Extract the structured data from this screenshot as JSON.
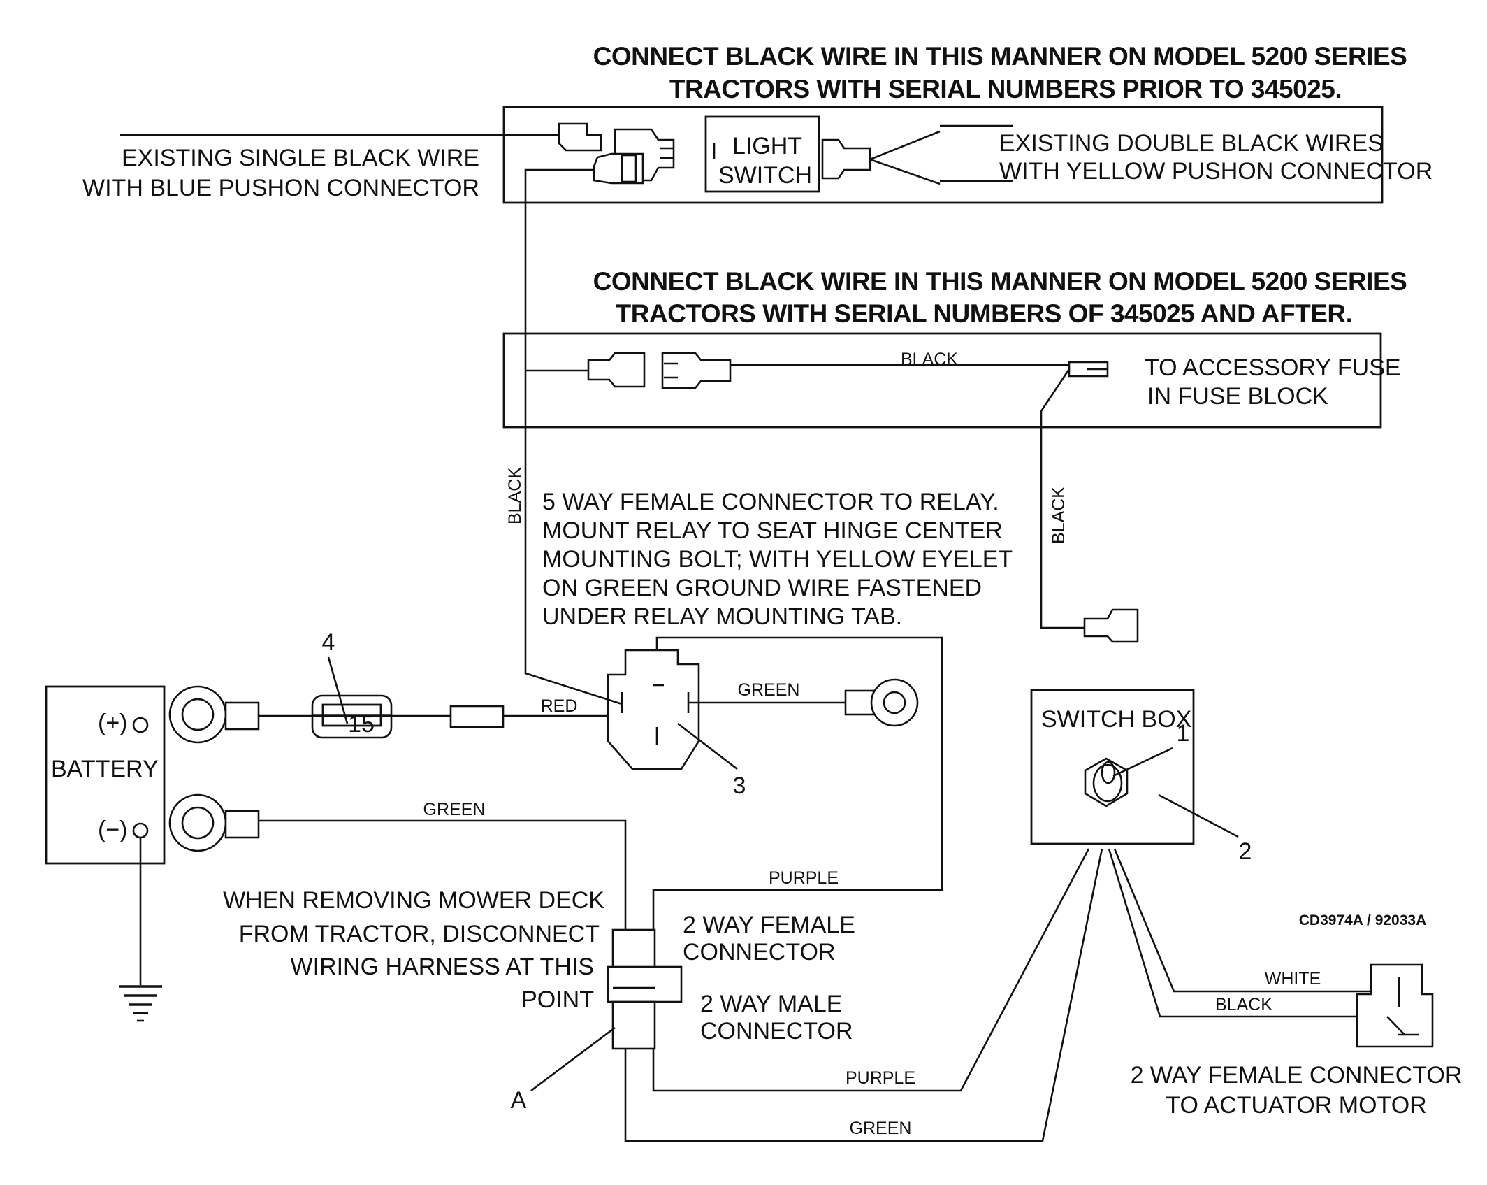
{
  "title_prior": [
    "CONNECT BLACK WIRE IN THIS MANNER ON MODEL 5200 SERIES",
    "TRACTORS WITH SERIAL NUMBERS PRIOR TO 345025."
  ],
  "title_after": [
    "CONNECT BLACK WIRE IN THIS MANNER ON MODEL 5200 SERIES",
    "TRACTORS WITH SERIAL NUMBERS OF 345025 AND AFTER."
  ],
  "prior_panel": {
    "existing_single": [
      "EXISTING SINGLE BLACK WIRE",
      "WITH BLUE PUSHON CONNECTOR"
    ],
    "light_switch": [
      "LIGHT",
      "SWITCH"
    ],
    "existing_double": [
      "EXISTING DOUBLE BLACK WIRES",
      "WITH YELLOW PUSHON CONNECTOR"
    ]
  },
  "after_panel": {
    "wire_label": "BLACK",
    "fuse_note": [
      "TO ACCESSORY FUSE",
      "IN FUSE BLOCK"
    ]
  },
  "wire_labels": {
    "black_left": "BLACK",
    "black_right": "BLACK",
    "red": "RED",
    "green_relay": "GREEN",
    "green_ground": "GREEN",
    "purple_top": "PURPLE",
    "purple_bottom": "PURPLE",
    "green_bottom": "GREEN",
    "white": "WHITE",
    "black_motor": "BLACK"
  },
  "relay_note": [
    "5 WAY FEMALE CONNECTOR TO RELAY.",
    "MOUNT RELAY TO SEAT HINGE CENTER",
    "MOUNTING BOLT; WITH YELLOW EYELET",
    "ON GREEN GROUND WIRE FASTENED",
    "UNDER RELAY MOUNTING TAB."
  ],
  "battery": {
    "label": "BATTERY",
    "positive": "(+)",
    "negative": "(−)"
  },
  "fuse_value": "15",
  "callouts": {
    "c1": "1",
    "c2": "2",
    "c3": "3",
    "c4": "4",
    "cA": "A"
  },
  "switch_box_label": "SWITCH BOX",
  "mower_note": [
    "WHEN REMOVING MOWER DECK",
    "FROM TRACTOR, DISCONNECT",
    "WIRING HARNESS AT THIS",
    "POINT"
  ],
  "connector_labels": {
    "female_2way": [
      "2 WAY FEMALE",
      "CONNECTOR"
    ],
    "male_2way": [
      "2 WAY MALE",
      "CONNECTOR"
    ],
    "actuator": [
      "2 WAY FEMALE CONNECTOR",
      "TO ACTUATOR MOTOR"
    ]
  },
  "drawing_id": "CD3974A / 92033A"
}
